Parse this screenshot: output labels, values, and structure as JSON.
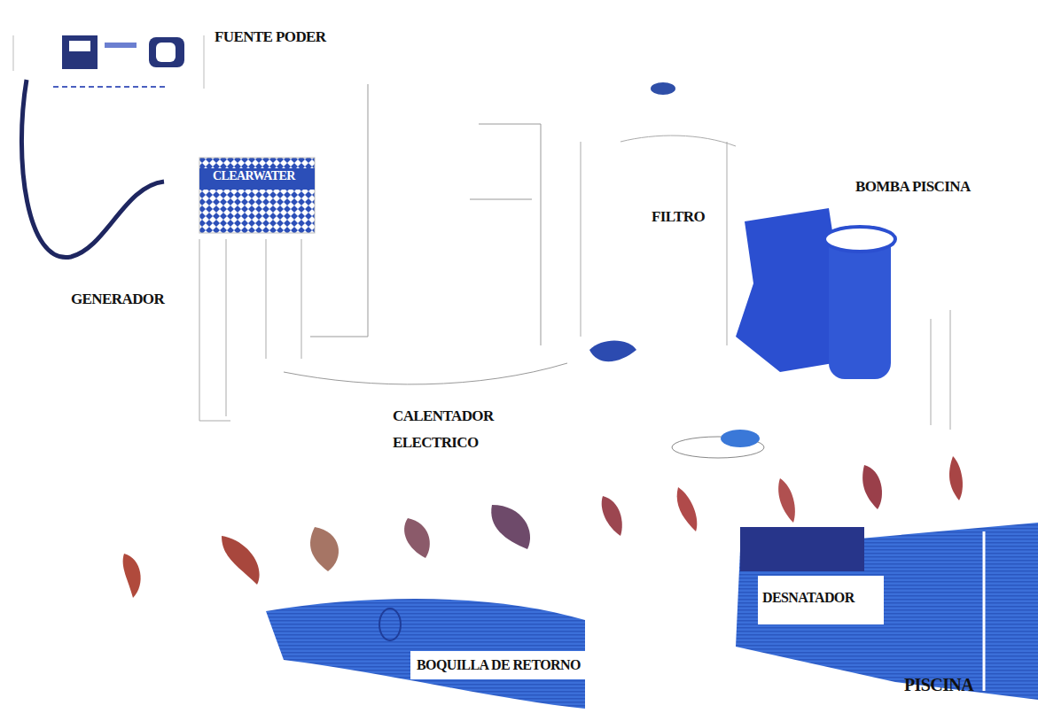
{
  "diagram": {
    "labels": [
      "FUENTE PODER",
      "CLEARWATER",
      "GENERADOR",
      "FILTRO",
      "BOMBA PISCINA",
      "CALENTADOR ELECTRICO",
      "DESNATADOR",
      "BOQUILLA DE RETORNO",
      "PISCINA"
    ]
  }
}
